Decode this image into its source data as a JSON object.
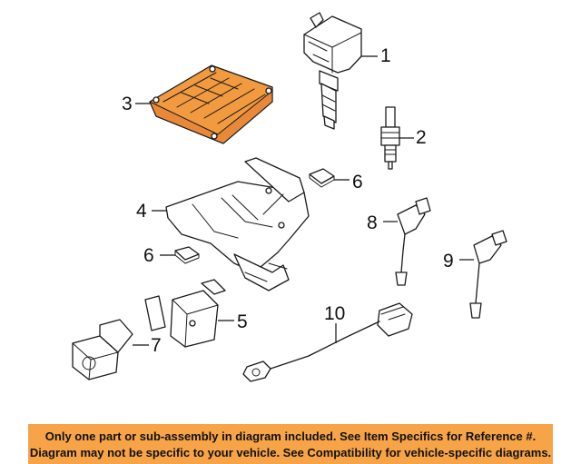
{
  "callouts": [
    {
      "id": "1",
      "label": "1"
    },
    {
      "id": "2",
      "label": "2"
    },
    {
      "id": "3",
      "label": "3"
    },
    {
      "id": "4",
      "label": "4"
    },
    {
      "id": "5",
      "label": "5"
    },
    {
      "id": "6a",
      "label": "6"
    },
    {
      "id": "6b",
      "label": "6"
    },
    {
      "id": "7",
      "label": "7"
    },
    {
      "id": "8",
      "label": "8"
    },
    {
      "id": "9",
      "label": "9"
    },
    {
      "id": "10",
      "label": "10"
    }
  ],
  "highlight_color": "#f29a3f",
  "disclaimer": {
    "line1": "Only one part or sub-assembly in diagram included. See Item Specifics for Reference #.",
    "line2": "Diagram may not be specific to your vehicle. See Compatibility for vehicle-specific diagrams.",
    "background": "#f7a347"
  }
}
